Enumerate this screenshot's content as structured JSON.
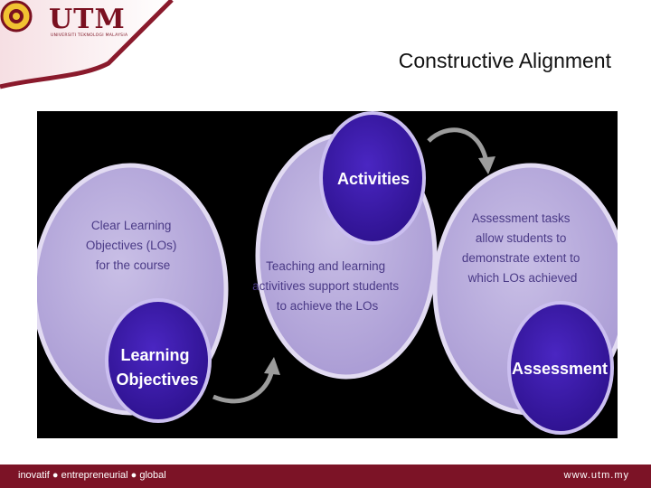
{
  "logo": {
    "name": "UTM",
    "tagline": "UNIVERSITI TEKNOLOGI MALAYSIA"
  },
  "title": "Constructive Alignment",
  "diagram": {
    "big_left": [
      "Clear Learning",
      "Objectives (LOs)",
      "for the course"
    ],
    "big_middle": [
      "Teaching and learning",
      "activitives support students",
      "to achieve the LOs"
    ],
    "big_right": [
      "Assessment tasks",
      "allow students to",
      "demonstrate extent to",
      "which LOs  achieved"
    ],
    "small_left": [
      "Learning",
      "Objectives"
    ],
    "small_middle": [
      "Activities"
    ],
    "small_right": [
      "Assessment"
    ]
  },
  "footer": {
    "tagline": "inovatif ● entrepreneurial ● global",
    "url": "www.utm.my"
  },
  "colors": {
    "maroon": "#7c1326",
    "big_circle": "#bdb1dc",
    "big_circle_rim": "#e2dbf2",
    "small_circle": "#3a1aa6",
    "small_circle_rim": "#cbbff0",
    "diagram_bg": "#000000"
  }
}
